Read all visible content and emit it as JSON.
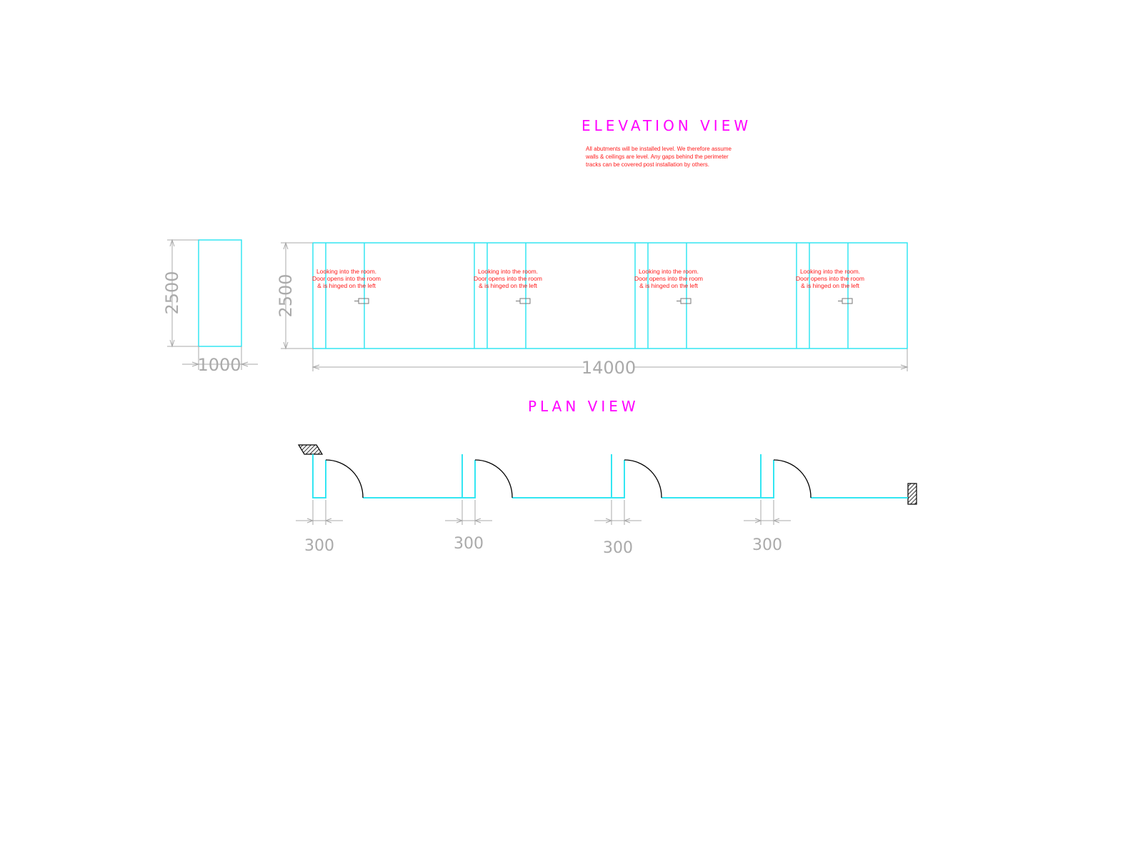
{
  "elevation": {
    "title": "ELEVATION VIEW",
    "note_lines": [
      "All abutments will be installed level. We therefore assume",
      "walls & ceilings are level. Any gaps behind the perimeter",
      "tracks can be covered post installation by others."
    ],
    "side_panel": {
      "height_dim": "2500",
      "width_dim": "1000"
    },
    "main_run": {
      "height_dim": "2500",
      "length_dim": "14000",
      "door_labels": [
        [
          "Looking into the room.",
          "Door opens into the room",
          "& is hinged on the left"
        ],
        [
          "Looking into the room.",
          "Door opens into the room",
          "& is hinged on the left"
        ],
        [
          "Looking into the room.",
          "Door opens into the room",
          "& is hinged on the left"
        ],
        [
          "Looking into the room.",
          "Door opens into the room",
          "& is hinged on the left"
        ]
      ]
    }
  },
  "plan": {
    "title": "PLAN VIEW",
    "door_offsets": [
      "300",
      "300",
      "300",
      "300"
    ]
  },
  "colors": {
    "partition_line": "#33e6f2",
    "title": "#ff00ff",
    "note_text": "#ff1a1a",
    "dimension": "#aaaaaa",
    "door_swing": "#000000"
  }
}
